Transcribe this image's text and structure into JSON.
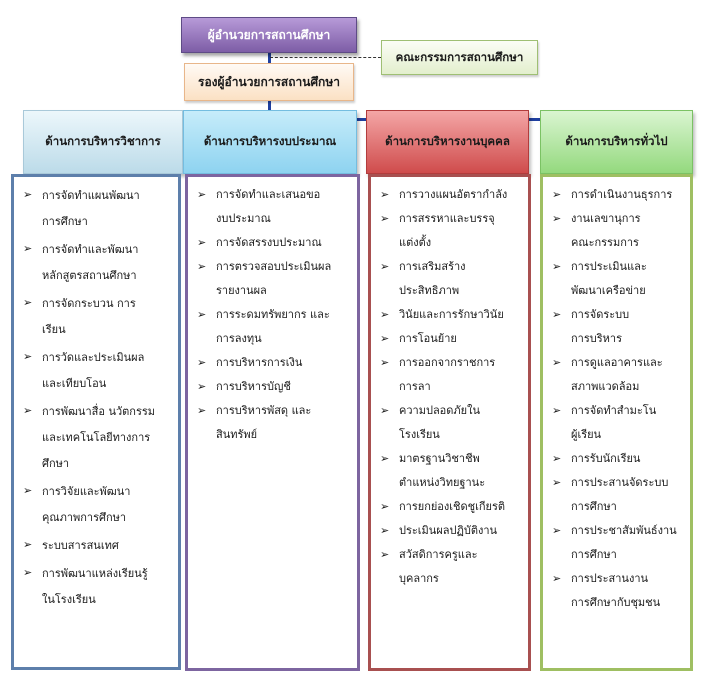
{
  "top": {
    "director": "ผู้อำนวยการสถานศึกษา",
    "committee": "คณะกรรมการสถานศึกษา",
    "deputy": "รองผู้อำนวยการสถานศึกษา"
  },
  "columns": [
    {
      "header": "ด้านการบริหารวิชาการ",
      "items": [
        "การจัดทำแผนพัฒนา\nการศึกษา",
        "การจัดทำและพัฒนา\nหลักสูตรสถานศึกษา",
        "การจัดกระบวน  การ\nเรียน",
        "การวัดและประเมินผล\nและเทียบโอน",
        "การพัฒนาสื่อ นวัตกรรม\nและเทคโนโลยีทางการ\nศึกษา",
        "การวิจัยและพัฒนา\nคุณภาพการศึกษา",
        "ระบบสารสนเทศ",
        "การพัฒนาแหล่งเรียนรู้\nในโรงเรียน"
      ]
    },
    {
      "header": "ด้านการบริหารงบประมาณ",
      "items": [
        "การจัดทำและเสนอขอ\nงบประมาณ",
        "การจัดสรรงบประมาณ",
        "การตรวจสอบประเมินผล\nรายงานผล",
        "การระดมทรัพยากร และ\nการลงทุน",
        "การบริหารการเงิน",
        "การบริหารบัญชี",
        "การบริหารพัสดุ และ\nสินทรัพย์"
      ]
    },
    {
      "header": "ด้านการบริหารงานบุคคล",
      "items": [
        "การวางแผนอัตรากำลัง",
        "การสรรหาและบรรจุ\nแต่งตั้ง",
        "การเสริมสร้าง\nประสิทธิภาพ",
        "วินัยและการรักษาวินัย",
        "การโอนย้าย",
        "การออกจากราชการ\nการลา",
        "ความปลอดภัยใน\nโรงเรียน",
        "มาตรฐานวิชาชีพ\nตำแหน่งวิทยฐานะ",
        "การยกย่องเชิดชูเกียรติ",
        "ประเมินผลปฏิบัติงาน",
        "สวัสดิการครูและ\nบุคลากร"
      ]
    },
    {
      "header": "ด้านการบริหารทั่วไป",
      "items": [
        "การดำเนินงานธุรการ",
        "งานเลขานุการ\nคณะกรรมการ",
        "การประเมินและ\nพัฒนาเครือข่าย",
        "การจัดระบบ\nการบริหาร",
        "การดูแลอาคารและ\nสภาพแวดล้อม",
        "การจัดทำสำมะโน\nผู้เรียน",
        "การรับนักเรียน",
        "การประสานจัดระบบ\nการศึกษา",
        "การประชาสัมพันธ์งาน\nการศึกษา",
        "การประสานงาน\nการศึกษากับชุมชน"
      ]
    }
  ],
  "colors": {
    "connector": "#1f3f9f",
    "col1_border": "#5d7fab",
    "col2_border": "#7d65a0",
    "col3_border": "#a85050",
    "col4_border": "#9fbf62"
  },
  "bullet_icon": "arrow-bullet-icon"
}
